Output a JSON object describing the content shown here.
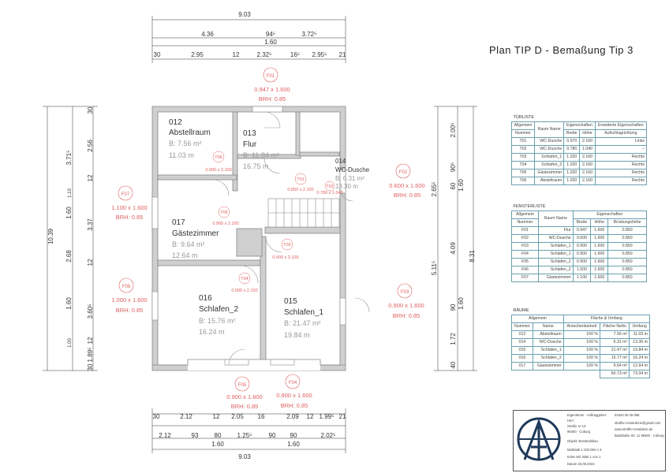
{
  "title": "Plan TIP D - Bemaßung Tip 3",
  "dims_top": {
    "total": "9.03",
    "seg1": "4.36",
    "mid_a": "94⁵",
    "mid_b": "1.60",
    "seg3": "3.72⁵",
    "row": [
      "30",
      "2.95",
      "12",
      "2.32⁵",
      "16⁵",
      "2.95⁵",
      "21"
    ]
  },
  "dims_bottom": {
    "row1": [
      "30",
      "2.12",
      "12",
      "2.05",
      "16",
      "2.09",
      "12",
      "1.99⁵",
      "21"
    ],
    "row2": [
      "2.12",
      "93",
      "80",
      "1.25⁵",
      "90",
      "90",
      "2.02⁵"
    ],
    "sub": [
      "1.60",
      "1.60"
    ],
    "total": "9.03"
  },
  "dims_left": {
    "total": "10.39",
    "a": [
      "3.71⁵",
      "1.60",
      "2.68",
      "1.60"
    ],
    "b": [
      "30",
      "2.56",
      "12",
      "3.37",
      "12",
      "3.60⁵",
      "12",
      "1.89⁵",
      "30"
    ],
    "c": [
      "1.10",
      "1.00"
    ]
  },
  "dims_right": {
    "total": "8.31",
    "a": [
      "2.00⁵",
      "90⁵",
      "60",
      "4.09",
      "90",
      "1.72",
      "40"
    ],
    "b": [
      "2.65⁵",
      "5.11⁵"
    ],
    "c": [
      "1.60",
      "1.60"
    ]
  },
  "rooms": [
    {
      "no": "012",
      "name": "Abstellraum",
      "b": "B: 7.56 m²",
      "u": "11.03 m"
    },
    {
      "no": "013",
      "name": "Flur",
      "b": "B: 11.84 m²",
      "u": "16.75 m"
    },
    {
      "no": "014",
      "name": "WC-Dusche",
      "b": "B: 6.31 m²",
      "u": "13.30 m"
    },
    {
      "no": "017",
      "name": "Gästezimmer",
      "b": "B: 9.64 m²",
      "u": "12.64 m"
    },
    {
      "no": "016",
      "name": "Schlafen_2",
      "b": "B: 15.76 m²",
      "u": "16.24 m"
    },
    {
      "no": "015",
      "name": "Schlafen_1",
      "b": "B: 21.47 m²",
      "u": "19.84 m"
    }
  ],
  "windows": [
    {
      "id": "F01",
      "size": "0.947 x 1.600",
      "brh": "BRH: 0.85"
    },
    {
      "id": "F02",
      "size": "0.600 x 1.600",
      "brh": "BRH: 0.85"
    },
    {
      "id": "F07",
      "size": "1.100 x 1.600",
      "brh": "BRH: 0.85"
    },
    {
      "id": "F06",
      "size": "1.000 x 1.600",
      "brh": "BRH: 0.85"
    },
    {
      "id": "F03",
      "size": "0.900 x 1.600",
      "brh": "BRH: 0.85"
    },
    {
      "id": "F05",
      "size": "0.900 x 1.600",
      "brh": "BRH: 0.85"
    },
    {
      "id": "F04",
      "size": "0.900 x 1.600",
      "brh": "BRH: 0.85"
    }
  ],
  "doors": [
    {
      "id": "T06",
      "size": "0.900 x 2.100"
    },
    {
      "id": "T01",
      "size": "0.850 x 2.100"
    },
    {
      "id": "T02",
      "size": "0.780 x 1.040"
    },
    {
      "id": "T05",
      "size": "0.900 x 2.100"
    },
    {
      "id": "T03",
      "size": "0.900 x 2.100"
    },
    {
      "id": "T04",
      "size": "0.900 x 2.100"
    }
  ],
  "tuerliste": {
    "caption": "TÜRLISTE",
    "headers": [
      "Allgemein",
      "Raum Name",
      "Eigenschaften",
      "Erweiterte Eigenschaften",
      "Nummer",
      "Breite",
      "Höhe",
      "Aufschlagrichtung"
    ],
    "rows": [
      [
        "T01",
        "WC-Dusche",
        "0.970",
        "2.160",
        "Links"
      ],
      [
        "T02",
        "WC-Dusche",
        "0.780",
        "1.040",
        "–"
      ],
      [
        "T03",
        "Schlafen_1",
        "1.020",
        "2.160",
        "Rechts"
      ],
      [
        "T04",
        "Schlafen_2",
        "1.020",
        "2.160",
        "Rechts"
      ],
      [
        "T05",
        "Gästezimmer",
        "1.020",
        "2.160",
        "Rechts"
      ],
      [
        "T06",
        "Abstellraum",
        "1.020",
        "2.160",
        "Rechts"
      ]
    ]
  },
  "fensterliste": {
    "caption": "FENSTERLISTE",
    "headers": [
      "Allgemein",
      "Raum Name",
      "Eigenschaften",
      "Nummer",
      "Breite",
      "Höhe",
      "Brüstungshöhe"
    ],
    "rows": [
      [
        "F01",
        "Flur",
        "0.947",
        "1.600",
        "0.850"
      ],
      [
        "F02",
        "WC-Dusche",
        "0.600",
        "1.600",
        "0.850"
      ],
      [
        "F03",
        "Schlafen_1",
        "0.900",
        "1.600",
        "0.850"
      ],
      [
        "F04",
        "Schlafen_1",
        "0.900",
        "1.600",
        "0.850"
      ],
      [
        "F05",
        "Schlafen_2",
        "0.900",
        "1.600",
        "0.850"
      ],
      [
        "F06",
        "Schlafen_2",
        "1.000",
        "1.600",
        "0.850"
      ],
      [
        "F07",
        "Gästezimmer",
        "1.100",
        "1.600",
        "0.850"
      ]
    ]
  },
  "raeume": {
    "caption": "RÄUME",
    "headers": [
      "Allgemein",
      "Fläche & Umfang",
      "Nummer",
      "Name",
      "Anrechenbarkeit",
      "Fläche Netto",
      "Umfang"
    ],
    "rows": [
      [
        "012",
        "Abstellraum",
        "100 %",
        "7.56 m²",
        "11.03 m"
      ],
      [
        "014",
        "WC-Dusche",
        "100 %",
        "6.31 m²",
        "13.30 m"
      ],
      [
        "015",
        "Schlafen_1",
        "100 %",
        "21.47 m²",
        "19.84 m"
      ],
      [
        "016",
        "Schlafen_2",
        "100 %",
        "15.77 m²",
        "16.24 m"
      ],
      [
        "017",
        "Gästezimmer",
        "100 %",
        "9.64 m²",
        "12.64 m"
      ]
    ],
    "total_area": "60.73 m²",
    "total_perim": "73.04 m"
  },
  "stamp": {
    "lines": [
      "Eigentümer · Auftraggeber:",
      "Herr :",
      "Straße   nr 13",
      "96450 · Coburg",
      "Objekt:  Bestandsbau ·",
      "Maßstab   1:100       DIN   A 3",
      "Index      MC        Blatt   1   von   1",
      "Datum     26.05.2023"
    ],
    "right": [
      "01520 26 45 066",
      "straffer-zeralederie@gmail.com",
      "www.straffer-zeraldeire.de",
      "Badstraße Str. 11 96450 · Coburg"
    ]
  }
}
